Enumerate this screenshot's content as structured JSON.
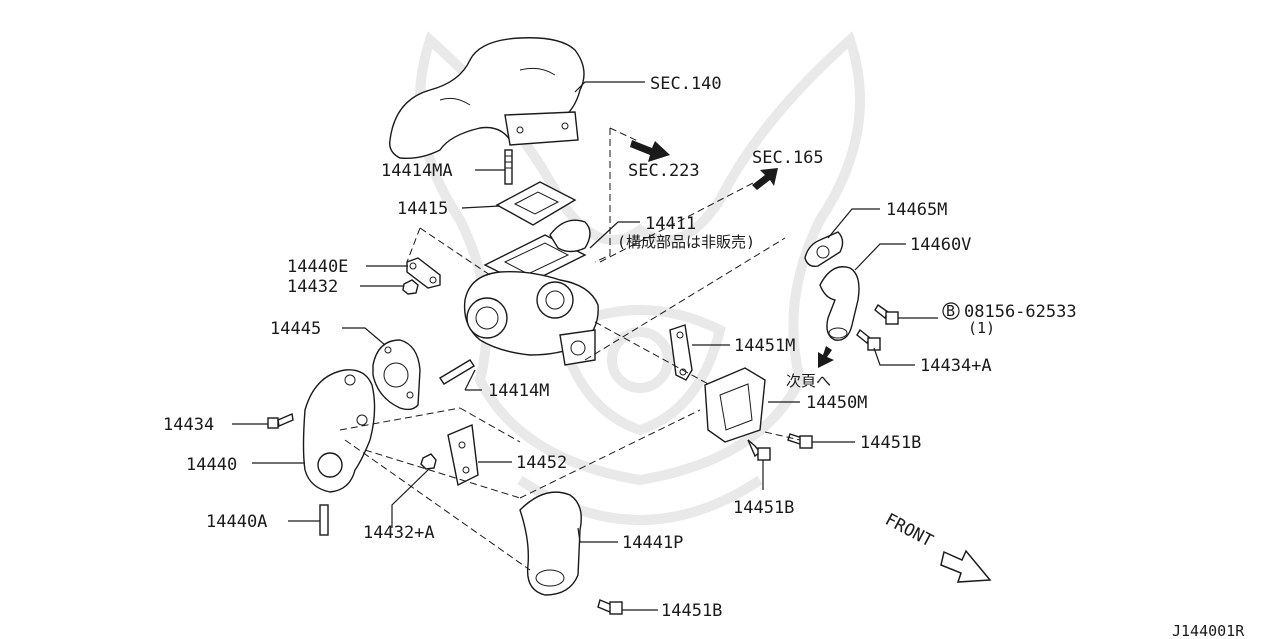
{
  "diagram": {
    "labels": {
      "sec140": "SEC.140",
      "sec223": "SEC.223",
      "sec165": "SEC.165",
      "p14414MA": "14414MA",
      "p14415": "14415",
      "p14411": "14411",
      "p14411_note": "(構成部品は非販売)",
      "p14440E": "14440E",
      "p14432": "14432",
      "p14445": "14445",
      "p14414M": "14414M",
      "p14434": "14434",
      "p14440": "14440",
      "p14440A": "14440A",
      "p14432A": "14432+A",
      "p14452": "14452",
      "p14441P": "14441P",
      "p14451B_bottom": "14451B",
      "p14451B_mid": "14451B",
      "p14451B_right": "14451B",
      "p14451M": "14451M",
      "p14450M": "14450M",
      "p14465M": "14465M",
      "p14460V": "14460V",
      "bolt_code": "08156-62533",
      "bolt_badge": "B",
      "bolt_qty": "(1)",
      "p14434A": "14434+A",
      "next_page": "次頁へ",
      "front": "FRONT",
      "drawing_id": "J144001R"
    }
  }
}
